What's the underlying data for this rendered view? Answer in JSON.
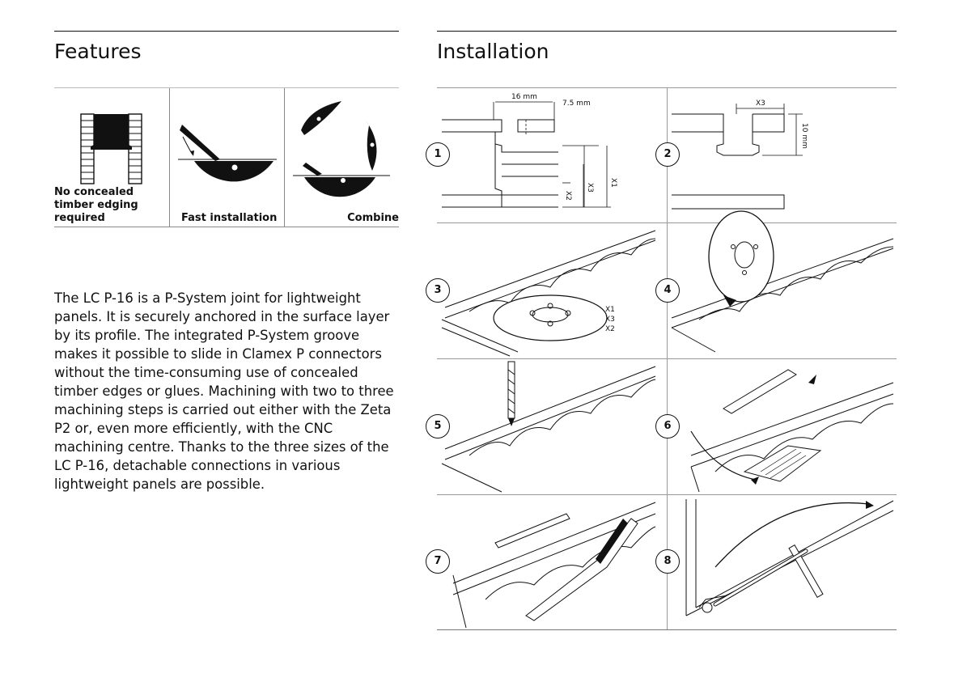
{
  "features": {
    "heading": "Features",
    "items": [
      {
        "label": "No concealed timber edging required"
      },
      {
        "label": "Fast installation"
      },
      {
        "label": "Combine"
      }
    ],
    "description": "The LC P-16 is a P-System joint for lightweight panels. It is securely anchored in the surface layer by its profile. The integrated P-System groove makes it possible to slide in Clamex P connectors without the time-consuming use of concealed timber edges or glues. Machining with two to three machining steps is carried out either with the Zeta P2 or, even more efficiently, with the CNC machining centre. Thanks to the three sizes of the LC P-16, detachable connections in various lightweight panels are possible."
  },
  "installation": {
    "heading": "Installation",
    "steps": [
      {
        "number": "1",
        "dims": {
          "width": "16 mm",
          "groove": "7.5 mm",
          "x1": "X1",
          "x2": "X2",
          "x3": "X3"
        }
      },
      {
        "number": "2",
        "dims": {
          "x3": "X3",
          "depth": "10 mm"
        }
      },
      {
        "number": "3",
        "dims": {
          "x1": "X1",
          "x3": "X3",
          "x2": "X2"
        }
      },
      {
        "number": "4"
      },
      {
        "number": "5"
      },
      {
        "number": "6"
      },
      {
        "number": "7"
      },
      {
        "number": "8"
      }
    ]
  }
}
